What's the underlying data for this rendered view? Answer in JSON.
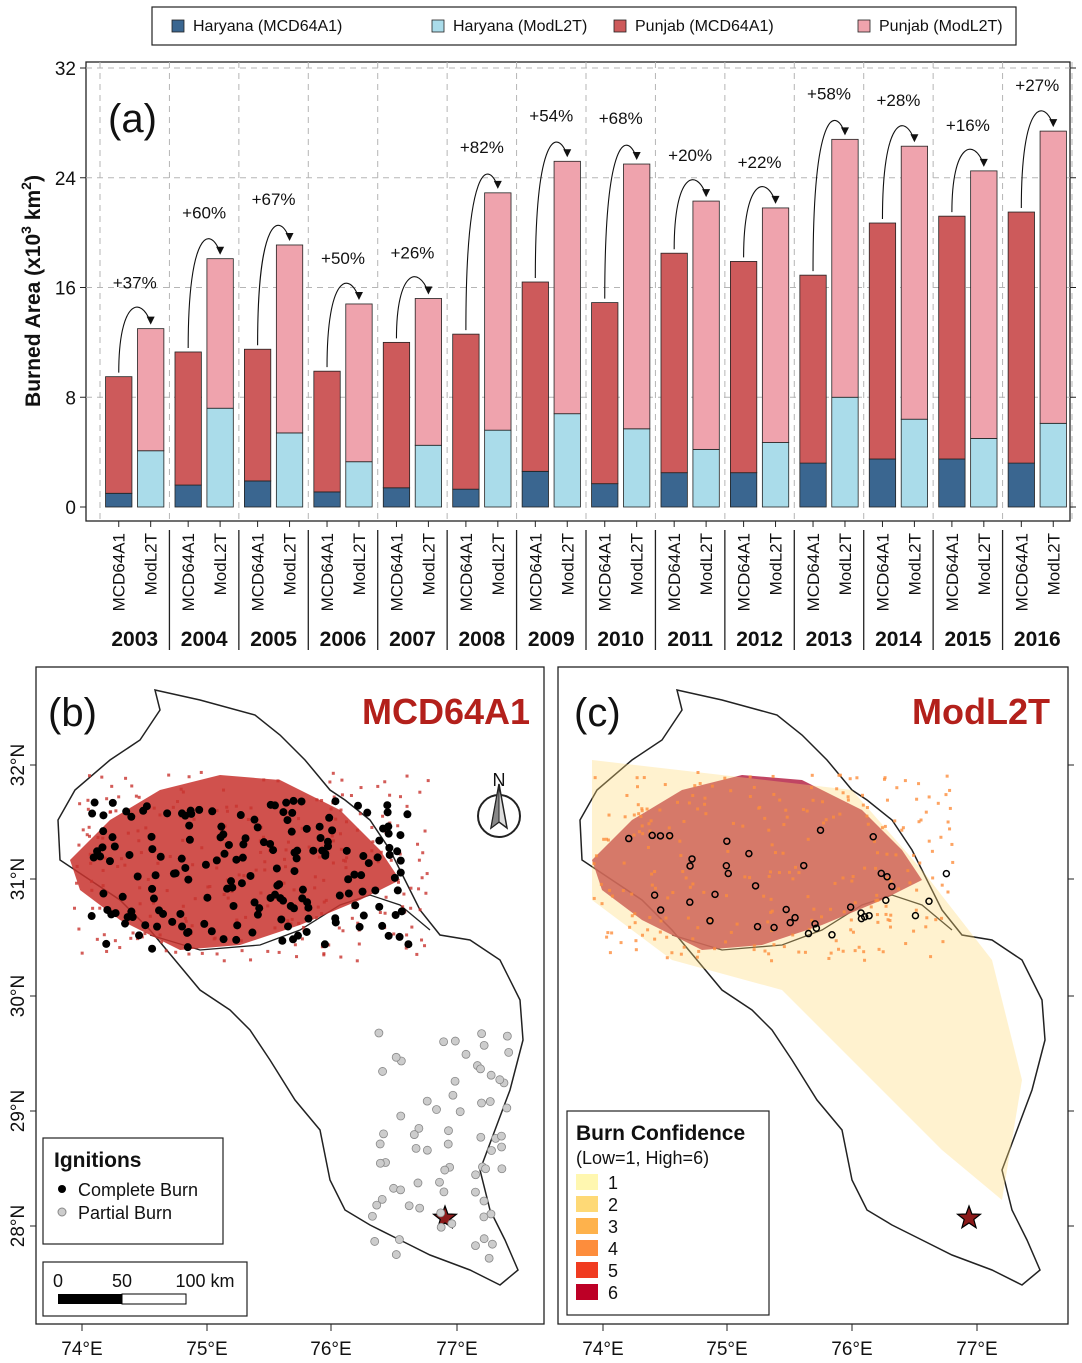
{
  "chart_data": [
    {
      "panel": "(a)",
      "type": "bar",
      "stacked": true,
      "ylabel": "Burned Area (x10",
      "ylabel_sup": "3",
      "ylabel_unit": " km",
      "ylabel_sup2": "2",
      "ylabel_close": ")",
      "ylim": [
        0,
        32
      ],
      "yticks": [
        0,
        8,
        16,
        24,
        32
      ],
      "grid": true,
      "legend_position": "top",
      "years": [
        "2003",
        "2004",
        "2005",
        "2006",
        "2007",
        "2008",
        "2009",
        "2010",
        "2011",
        "2012",
        "2013",
        "2014",
        "2015",
        "2016"
      ],
      "products": [
        "MCD64A1",
        "ModL2T"
      ],
      "series": [
        {
          "name": "Haryana (MCD64A1)",
          "color": "#3a6690",
          "values": [
            1.0,
            1.6,
            1.9,
            1.1,
            1.4,
            1.3,
            2.6,
            1.7,
            2.5,
            2.5,
            3.2,
            3.5,
            3.5,
            3.2
          ]
        },
        {
          "name": "Haryana (ModL2T)",
          "color": "#aadcea",
          "values": [
            4.1,
            7.2,
            5.4,
            3.3,
            4.5,
            5.6,
            6.8,
            5.7,
            4.2,
            4.7,
            8.0,
            6.4,
            5.0,
            6.1
          ]
        },
        {
          "name": "Punjab (MCD64A1)",
          "color": "#cd5a5b",
          "values": [
            8.5,
            9.7,
            9.6,
            8.8,
            10.6,
            11.3,
            13.8,
            13.2,
            16.0,
            15.4,
            13.7,
            17.2,
            17.7,
            18.3
          ]
        },
        {
          "name": "Punjab (ModL2T)",
          "color": "#efa3ad",
          "values": [
            8.9,
            10.9,
            13.7,
            11.5,
            10.7,
            17.3,
            18.4,
            19.3,
            18.1,
            17.1,
            18.8,
            19.9,
            19.5,
            21.3
          ]
        }
      ],
      "increase_labels": [
        "+37%",
        "+60%",
        "+67%",
        "+50%",
        "+26%",
        "+82%",
        "+54%",
        "+68%",
        "+20%",
        "+22%",
        "+58%",
        "+28%",
        "+16%",
        "+27%"
      ]
    }
  ],
  "maps": {
    "b": {
      "tag": "(b)",
      "title": "MCD64A1"
    },
    "c": {
      "tag": "(c)",
      "title": "ModL2T"
    },
    "lat_labels": [
      "32°N",
      "31°N",
      "30°N",
      "29°N",
      "28°N"
    ],
    "lon_labels": [
      "74°E",
      "75°E",
      "76°E",
      "77°E"
    ],
    "north_label": "N",
    "ignitions": {
      "title": "Ignitions",
      "complete": "Complete Burn",
      "partial": "Partial Burn"
    },
    "scalebar": {
      "t0": "0",
      "t1": "50",
      "t2": "100 km"
    },
    "confidence": {
      "title": "Burn Confidence",
      "subtitle": "(Low=1, High=6)",
      "levels": [
        "1",
        "2",
        "3",
        "4",
        "5",
        "6"
      ],
      "colors": [
        "#fff7b0",
        "#fed976",
        "#feb24c",
        "#fd8d3c",
        "#f03b20",
        "#bd0026"
      ]
    },
    "colors": {
      "burn_b": "#c8332e",
      "burn_c": "#b52548",
      "star": "#8b1a1a"
    }
  }
}
